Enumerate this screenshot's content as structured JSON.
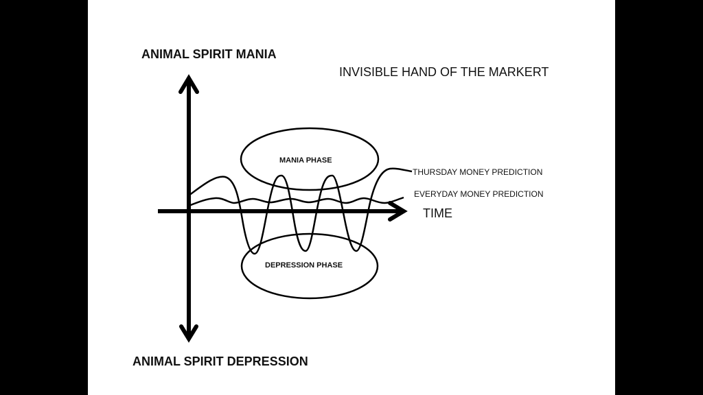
{
  "slide": {
    "top_label": "ANIMAL SPIRIT MANIA",
    "bottom_label": "ANIMAL SPIRIT DEPRESSION",
    "title": "INVISIBLE HAND OF THE MARKERT",
    "x_axis_label": "TIME",
    "mania_label": "MANIA PHASE",
    "depression_label": "DEPRESSION PHASE",
    "series_labels": {
      "thursday": "THURSDAY MONEY PREDICTION",
      "everyday": "EVERYDAY MONEY PREDICTION"
    },
    "colors": {
      "background": "#000000",
      "canvas": "#ffffff",
      "ink": "#000000"
    }
  }
}
